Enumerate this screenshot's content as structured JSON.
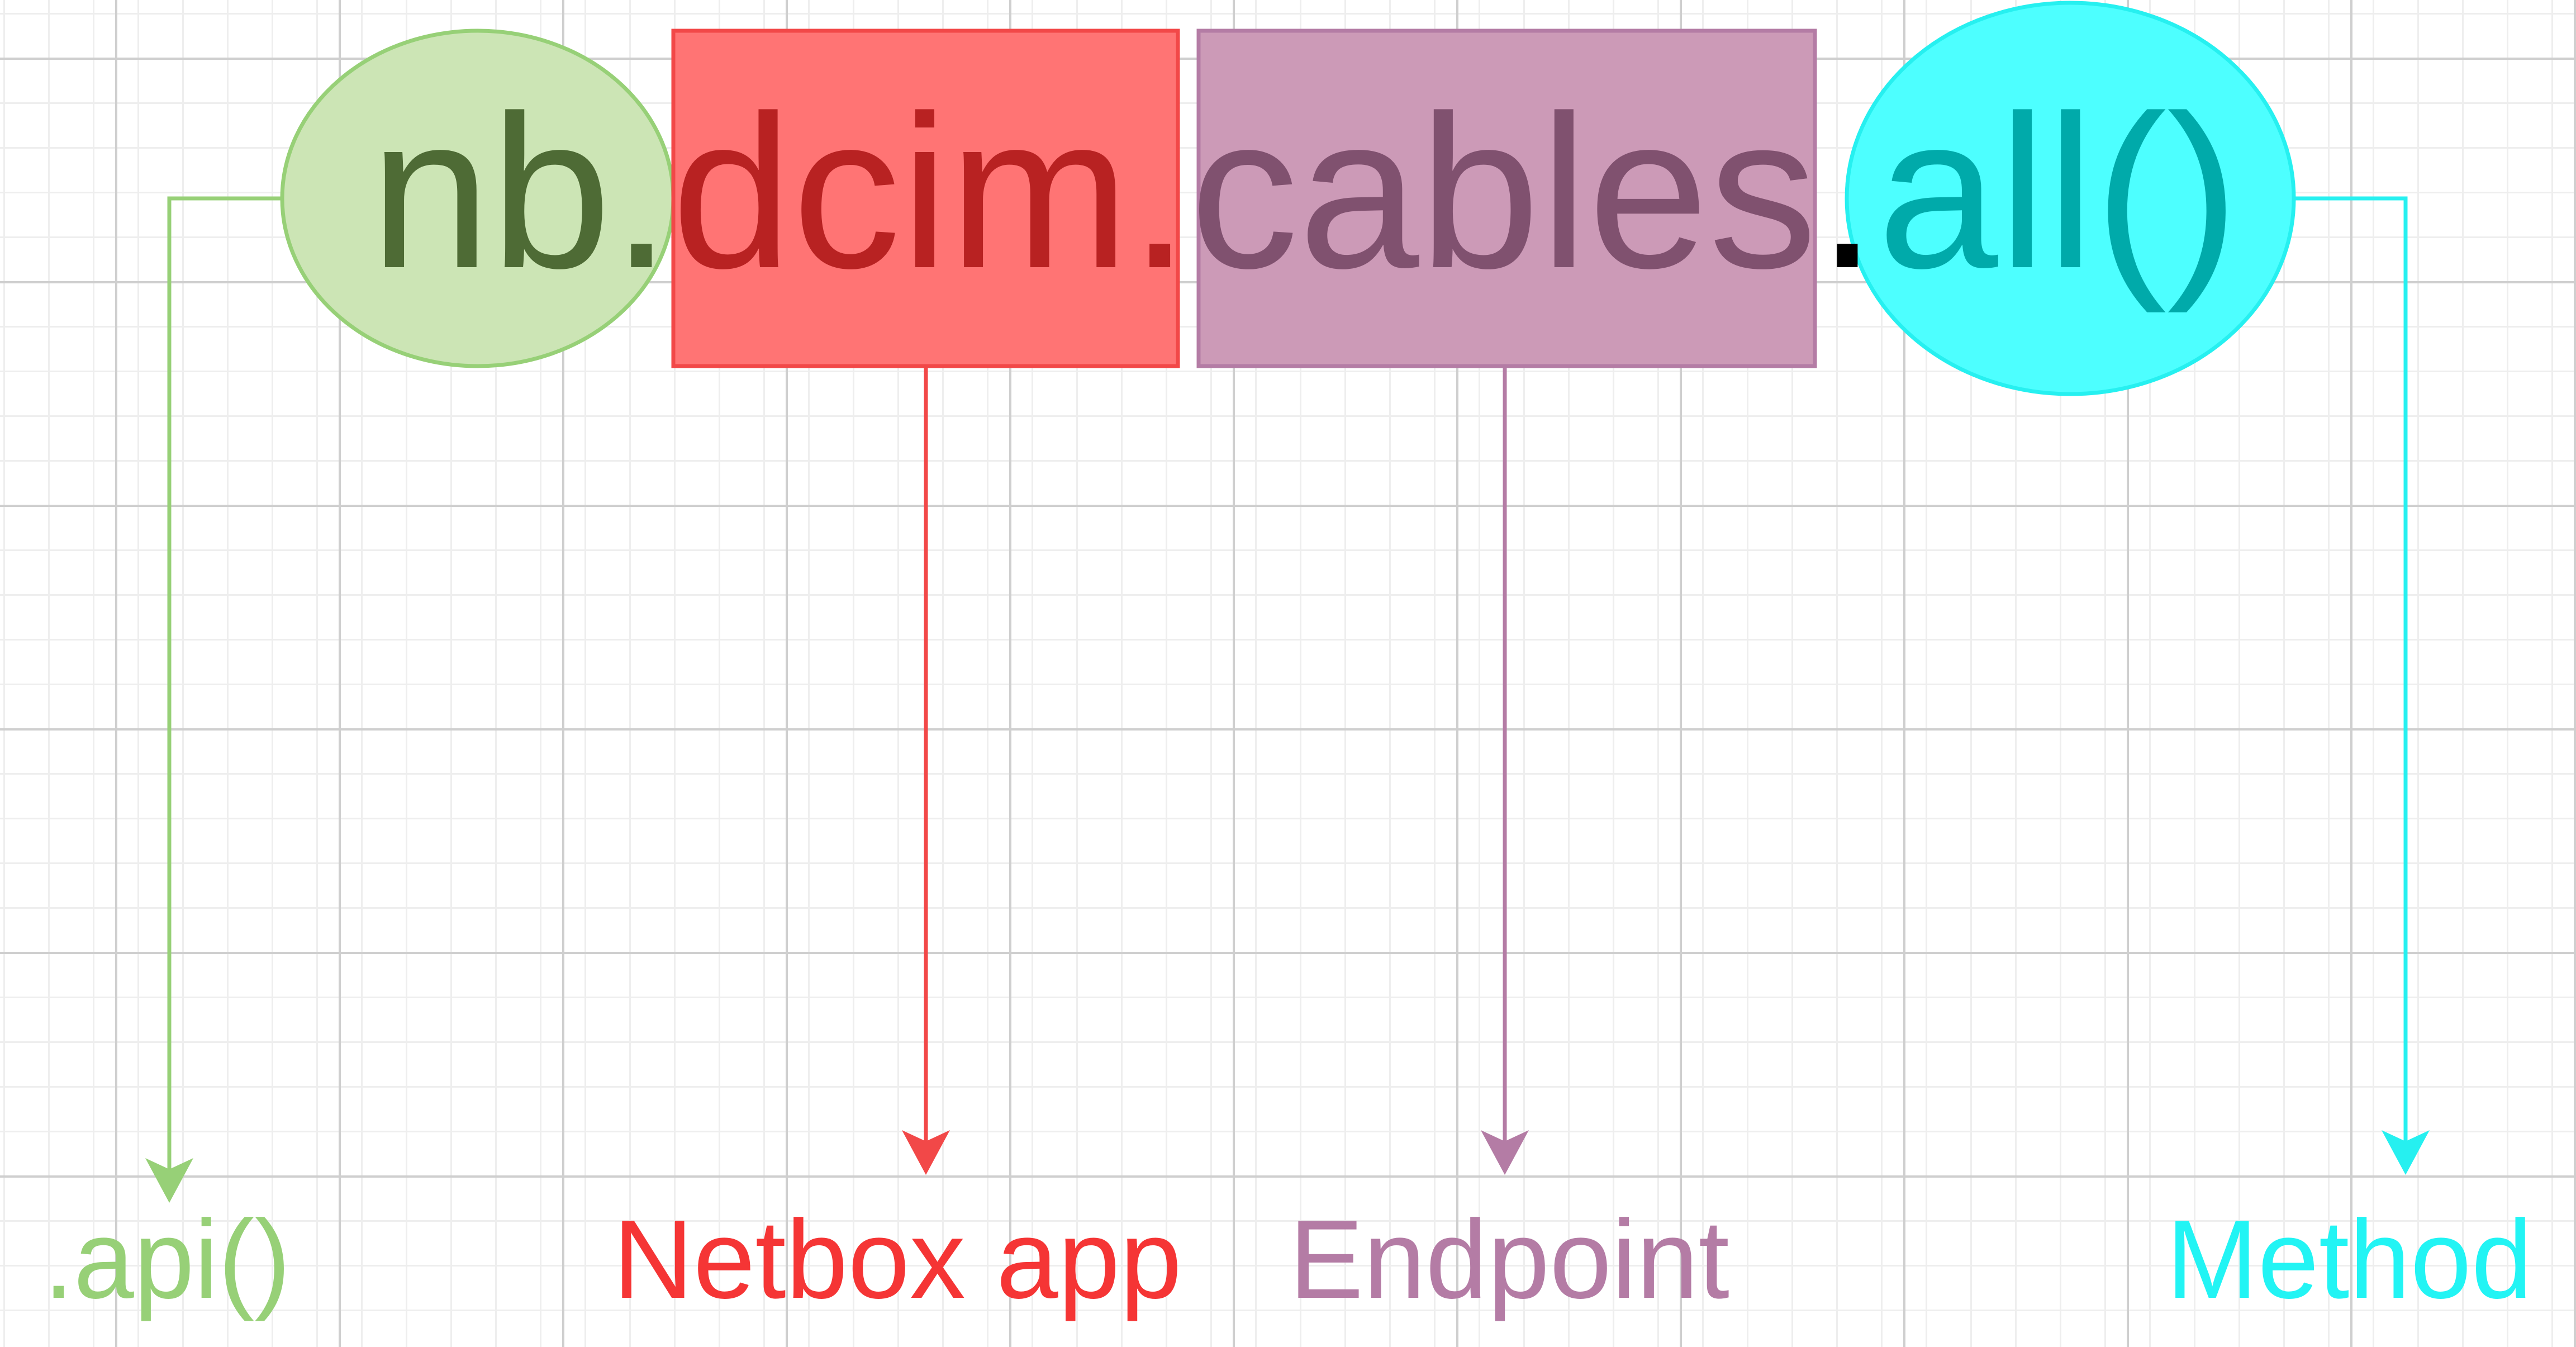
{
  "segments": {
    "nb": "nb.",
    "dcim": "dcim.",
    "cables": "cables",
    "dot": ".",
    "all": "all()"
  },
  "labels": {
    "api": ".api()",
    "netbox_app": "Netbox app",
    "endpoint": "Endpoint",
    "method": "Method"
  },
  "colors": {
    "green_fill": "#cce5b5",
    "green_stroke": "#97d077",
    "green_text": "#4e6b35",
    "red_fill": "#ff7474",
    "red_stroke": "#f24848",
    "red_text": "#b82222",
    "red_label": "#f53535",
    "purple_fill": "#cc9ab7",
    "purple_stroke": "#b47ca5",
    "purple_text": "#80516f",
    "purple_label": "#b47ca5",
    "cyan_fill": "#4dffff",
    "cyan_stroke": "#26f0f0",
    "cyan_text": "#00aaaa",
    "cyan_label": "#22f4f4"
  }
}
